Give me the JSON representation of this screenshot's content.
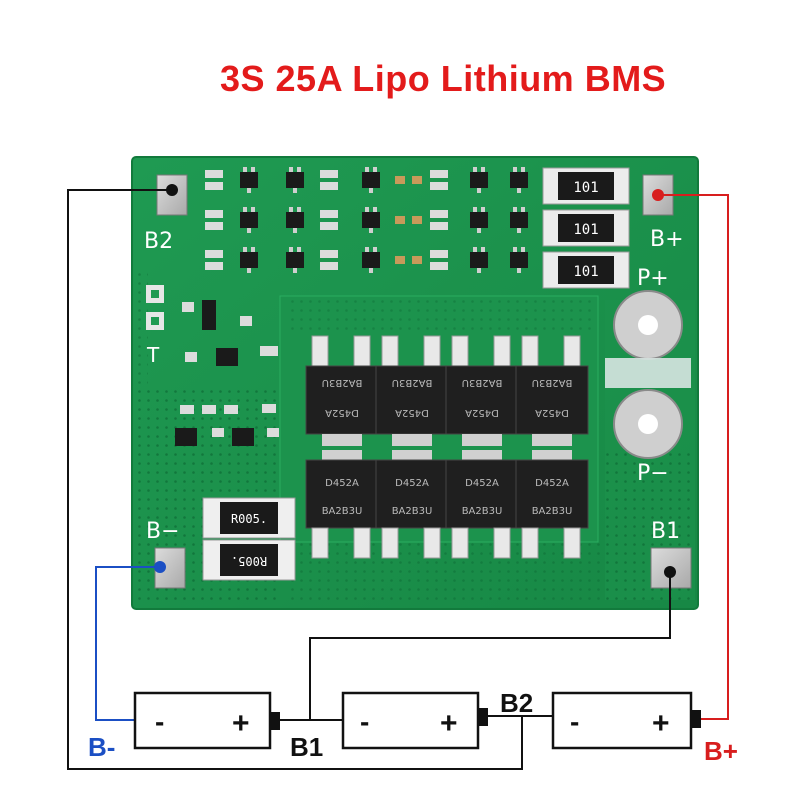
{
  "title": "3S 25A Lipo Lithium BMS",
  "board": {
    "pad_labels": {
      "b2": "B2",
      "b_plus": "B+",
      "p_plus": "P+",
      "p_minus": "P−",
      "b_minus": "B−",
      "b1": "B1",
      "t": "T"
    },
    "top_resistor_marking": "101",
    "shunt_markings": [
      "R005.",
      "R005."
    ],
    "mosfet_top_marking": "BA2B3U",
    "mosfet_top_sub": "D452A",
    "mosfet_bottom_marking": "D452A",
    "mosfet_bottom_sub": "BA2B3U"
  },
  "wiring": {
    "battery_symbols": {
      "minus": "-",
      "plus": "+"
    },
    "labels": {
      "b_minus": "B-",
      "b1": "B1",
      "b2": "B2",
      "b_plus": "B+"
    },
    "colors": {
      "b_minus": "#1b4fc4",
      "b_plus": "#d81e1e",
      "wire": "#111111"
    }
  }
}
